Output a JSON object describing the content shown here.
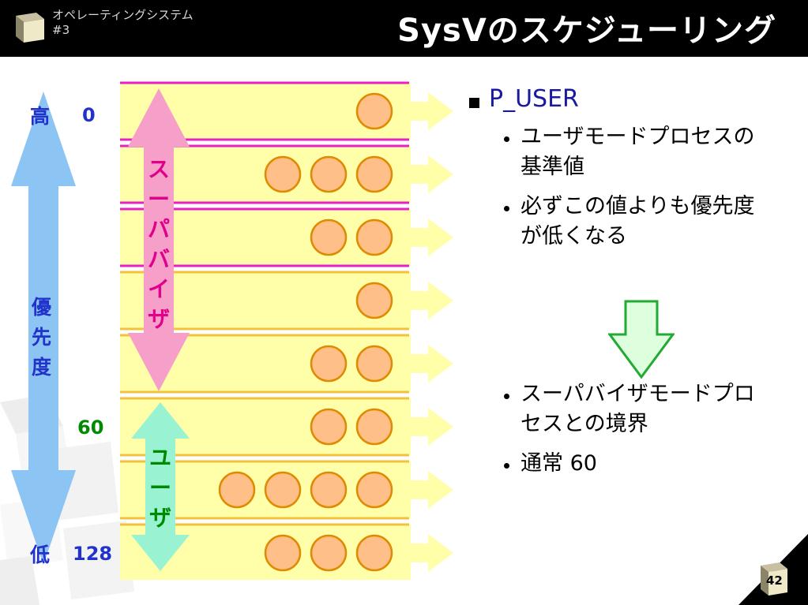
{
  "header": {
    "course": "オペレーティングシステム",
    "lecture": "#3",
    "title": "SysVのスケジューリング"
  },
  "axis": {
    "high": "高",
    "low": "低",
    "priority_chars": [
      "優",
      "先",
      "度"
    ],
    "tick_top": "0",
    "tick_mid": "60",
    "tick_bottom": "128"
  },
  "supervisor_label": [
    "ス",
    "ー",
    "パ",
    "バ",
    "イ",
    "ザ"
  ],
  "user_label": [
    "ユ",
    "ー",
    "ザ"
  ],
  "queues": [
    {
      "processes": 1,
      "border": "magenta"
    },
    {
      "processes": 3,
      "border": "magenta"
    },
    {
      "processes": 2,
      "border": "magenta"
    },
    {
      "processes": 1,
      "border": "gold"
    },
    {
      "processes": 2,
      "border": "gold"
    },
    {
      "processes": 2,
      "border": "gold"
    },
    {
      "processes": 4,
      "border": "gold"
    },
    {
      "processes": 3,
      "border": "gold"
    }
  ],
  "bullets": {
    "main": "P_USER",
    "items": [
      {
        "text": "ユーザモードプロセスの基準値"
      },
      {
        "text": "必ずこの値よりも優先度が低くなる"
      },
      {
        "text": "スーパバイザモードプロセスとの境界"
      },
      {
        "text": "通常 60"
      }
    ]
  },
  "page": {
    "number": "42"
  },
  "colors": {
    "axis_blue": "#8cc4f4",
    "axis_text": "#2233cc",
    "supervisor_pink": "#f59fc9",
    "supervisor_text": "#e0008c",
    "user_mint": "#99f2d1",
    "user_text": "#008a00",
    "queue_fill": "#ffffaa",
    "queue_border_gold": "#f2c23a",
    "queue_border_magenta": "#e81ec8",
    "process_fill": "#ffbf88",
    "process_stroke": "#e08a00",
    "down_arrow_fill": "#ddffdd",
    "down_arrow_stroke": "#22aa33"
  }
}
